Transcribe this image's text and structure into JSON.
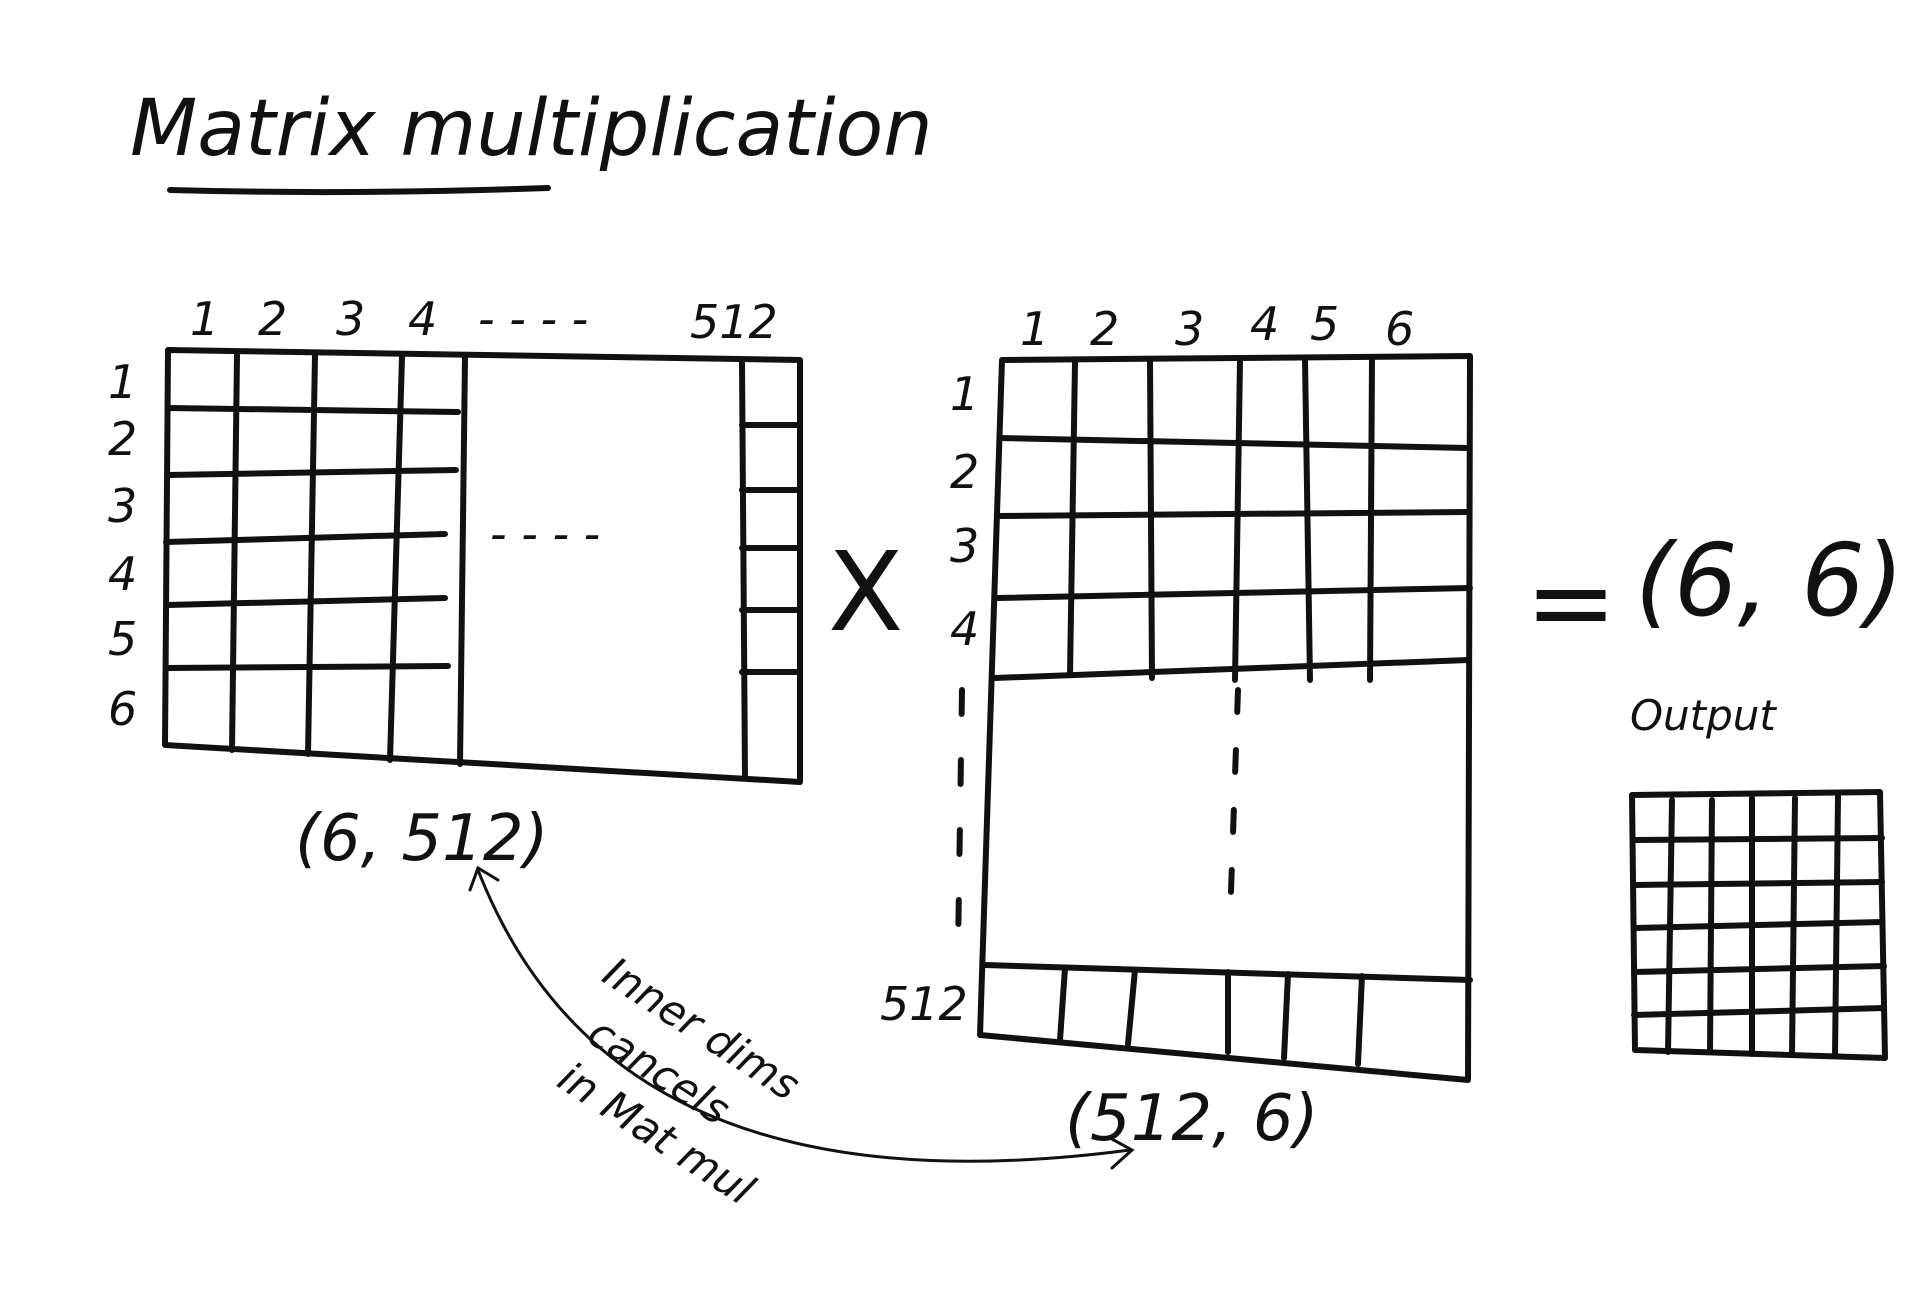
{
  "title": "Matrix multiplication",
  "matrix_a": {
    "column_labels": [
      "1",
      "2",
      "3",
      "4",
      "512"
    ],
    "column_ellipsis": "- - - -",
    "row_labels": [
      "1",
      "2",
      "3",
      "4",
      "5",
      "6"
    ],
    "shape_label": "(6, 512)",
    "center_ellipsis": "- - - -"
  },
  "operator_multiply": "X",
  "matrix_b": {
    "column_labels": [
      "1",
      "2",
      "3",
      "4",
      "5",
      "6"
    ],
    "row_labels": [
      "1",
      "2",
      "3",
      "4",
      "512"
    ],
    "shape_label": "(512, 6)"
  },
  "operator_equals": "=",
  "output": {
    "shape_label": "(6, 6)",
    "caption": "Output"
  },
  "annotation": {
    "line1": "Inner dims",
    "line2": "cancels",
    "line3": "in Mat mul"
  },
  "colors": {
    "ink": "#111111",
    "background": "#ffffff"
  }
}
